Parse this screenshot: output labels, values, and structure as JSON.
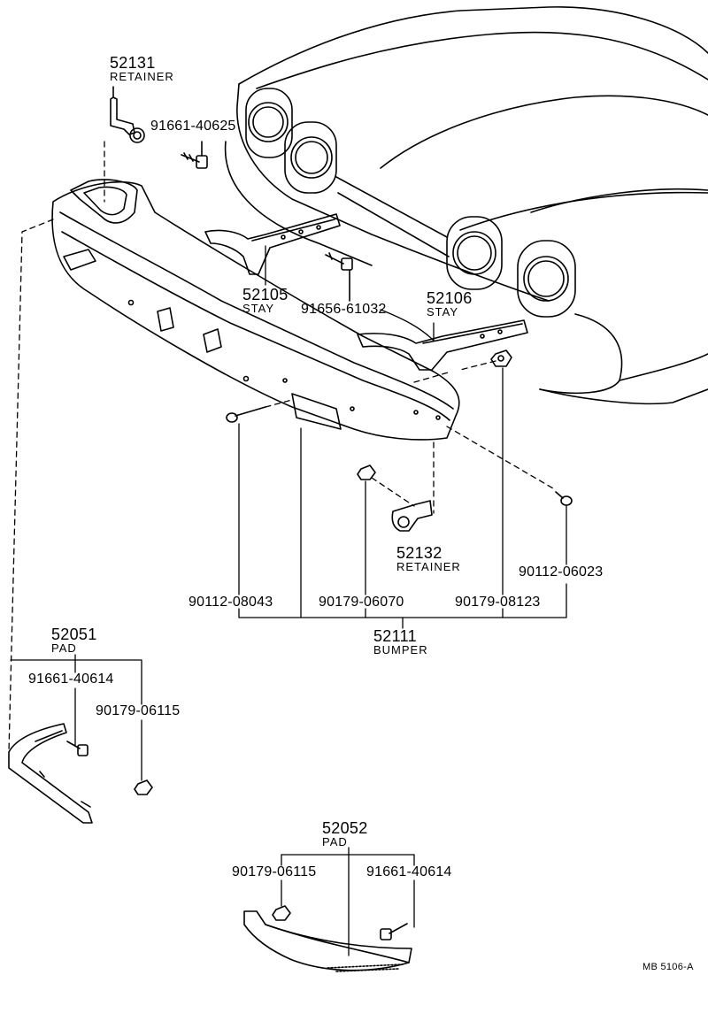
{
  "labels": {
    "p52131": "52131",
    "retainer_1": "RETAINER",
    "p91661_40625": "91661-40625",
    "p52105": "52105",
    "stay_1": "STAY",
    "p91656_61032": "91656-61032",
    "p52106": "52106",
    "stay_2": "STAY",
    "p52132": "52132",
    "retainer_2": "RETAINER",
    "p90112_06023": "90112-06023",
    "p90112_08043": "90112-08043",
    "p90179_06070": "90179-06070",
    "p90179_08123": "90179-08123",
    "p52111": "52111",
    "bumper": "BUMPER",
    "p52051": "52051",
    "pad_1": "PAD",
    "p91661_40614_a": "91661-40614",
    "p90179_06115_a": "90179-06115",
    "p52052": "52052",
    "pad_2": "PAD",
    "p90179_06115_b": "90179-06115",
    "p91661_40614_b": "91661-40614",
    "diagram_code": "MB 5106-A"
  },
  "colors": {
    "ink": "#000000",
    "paper": "#ffffff"
  }
}
